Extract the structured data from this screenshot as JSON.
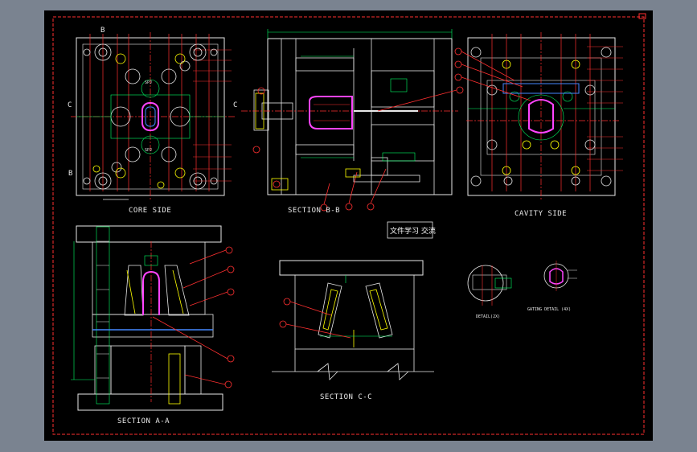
{
  "drawing": {
    "background": "#000000",
    "frame_color": "#ff3030",
    "line_color": "#e8e8e8",
    "dimension_color": "#00ff66",
    "centerline_color": "#ff3030",
    "highlight_color": "#ff44ff"
  },
  "views": {
    "core_side": "CORE SIDE",
    "section_bb": "SECTION B-B",
    "cavity_side": "CAVITY  SIDE",
    "section_aa": "SECTION A-A",
    "section_cc": "SECTION C-C",
    "detail": "DETAIL(2X)",
    "gating_detail": "GATING DETAIL (4X)"
  },
  "note_box": "文件学习 交流",
  "section_marks": {
    "c_left": "C",
    "c_right": "C",
    "b_top": "B",
    "b_bottom": "B"
  },
  "plate_labels": {
    "spj": "SPJ",
    "spj1": "SPJ"
  }
}
